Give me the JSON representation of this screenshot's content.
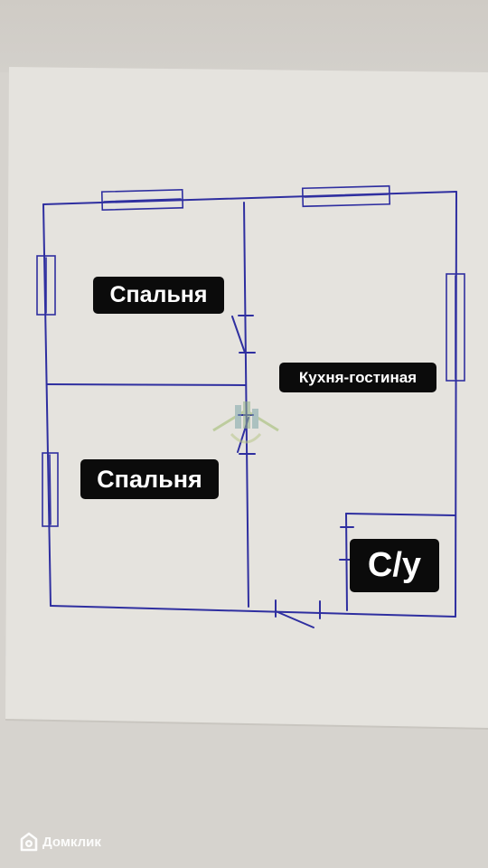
{
  "rooms": {
    "bedroom_top": "Спальня",
    "living_kitchen": "Кухня-гостиная",
    "bedroom_bottom": "Спальня",
    "bathroom": "С/у"
  },
  "watermark": {
    "brand": "Домклик"
  },
  "colors": {
    "ink": "#2f2fa0",
    "label_bg": "#0b0b0b",
    "label_text": "#ffffff",
    "paper": "#e4e2dd"
  }
}
